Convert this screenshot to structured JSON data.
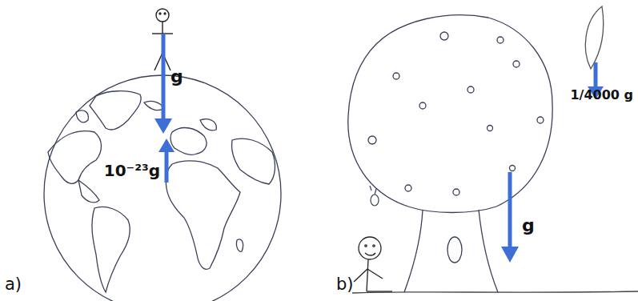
{
  "diagram": {
    "labels": [
      "g",
      "10⁻²³g",
      "a)",
      "b)",
      "1/4000 g",
      "g"
    ]
  }
}
